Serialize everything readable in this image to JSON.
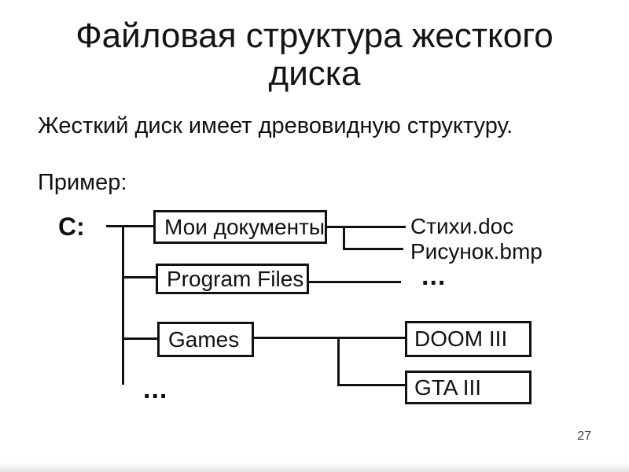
{
  "slide": {
    "title": "Файловая структура жесткого\nдиска",
    "intro": "Жесткий диск имеет древовидную структуру.",
    "example_label": "Пример:",
    "page_number": "27"
  },
  "tree": {
    "root": "C:",
    "folders": [
      {
        "label": "Мои документы",
        "files": [
          "Стихи.doc",
          "Рисунок.bmp"
        ]
      },
      {
        "label": "Program Files",
        "files": [
          "..."
        ]
      },
      {
        "label": "Games",
        "files": [
          "DOOM III",
          "GTA III"
        ]
      }
    ],
    "more": "...",
    "colors": {
      "line": "#111111",
      "box_border": "#111111",
      "background": "#ffffff",
      "text": "#111111"
    }
  }
}
